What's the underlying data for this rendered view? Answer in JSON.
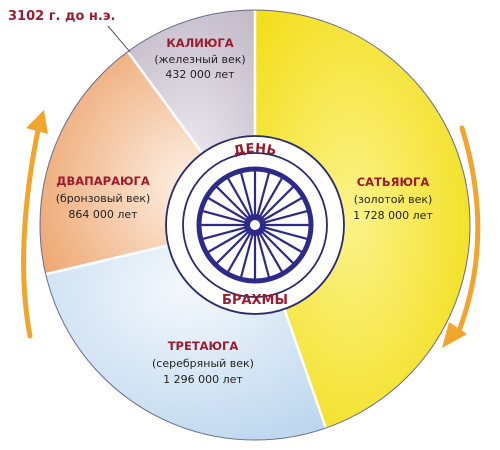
{
  "date_label": "3102 г. до н.э.",
  "center": {
    "top_word": "ДЕНЬ",
    "bottom_word": "БРАХМЫ",
    "wheel": "ashoka-chakra-icon"
  },
  "segments": [
    {
      "name": "САТЬЯЮГА",
      "subtitle": "(золотой век)",
      "duration": "1 728 000 лет",
      "color": "#f6e21e"
    },
    {
      "name": "ТРЕТАЮГА",
      "subtitle": "(серебряный век)",
      "duration": "1 296 000 лет",
      "color": "#cfe2f3"
    },
    {
      "name": "ДВАПАРАЮГА",
      "subtitle": "(бронзовый век)",
      "duration": "864 000 лет",
      "color": "#f3c9a8"
    },
    {
      "name": "КАЛИЮГА",
      "subtitle": "(железный век)",
      "duration": "432 000 лет",
      "color": "#d9d3db"
    }
  ],
  "colors": {
    "label_red": "#9b1c2e",
    "arrow_orange": "#f2a52c",
    "wheel_blue": "#2e2a8a",
    "outline_navy": "#2a2a6e"
  }
}
